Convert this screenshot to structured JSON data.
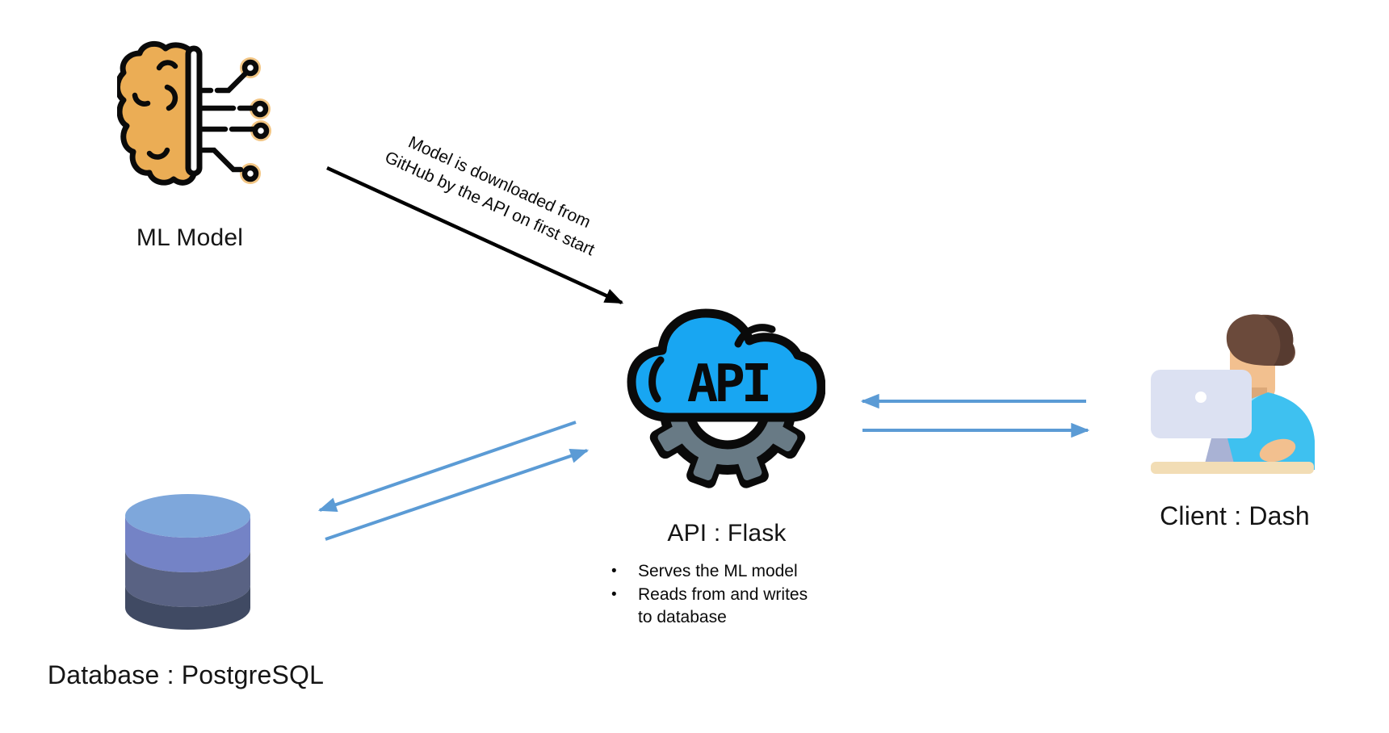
{
  "nodes": {
    "ml_model": {
      "label": "ML Model"
    },
    "api": {
      "label": "API : Flask",
      "icon_text": "API",
      "bullets": [
        "Serves the ML model",
        "Reads from and writes to database"
      ]
    },
    "database": {
      "label": "Database : PostgreSQL"
    },
    "client": {
      "label": "Client : Dash"
    }
  },
  "edges": {
    "ml_to_api": {
      "line1": "Model is downloaded from",
      "line2": "GitHub by the API on first start"
    }
  },
  "colors": {
    "arrow_blue": "#5B9BD5",
    "arrow_black": "#000000",
    "brain_orange": "#EBAD55",
    "brain_halo": "#F2C583",
    "cloud_blue": "#18A6F2",
    "gear_gray": "#687A85",
    "db_top": "#7EA7DB",
    "db_band1": "#7483C6",
    "db_band2": "#596283",
    "db_band3": "#404A63",
    "client_hair": "#6B4A3B",
    "client_hair_dark": "#573B30",
    "client_skin": "#F2C08F",
    "client_neck": "#DCA878",
    "client_shirt": "#3EC1F0",
    "client_shirt_light": "#8FDCF7",
    "client_monitor": "#DCE1F2",
    "client_stand": "#A9B2D4",
    "client_desk": "#F2DDB5"
  }
}
